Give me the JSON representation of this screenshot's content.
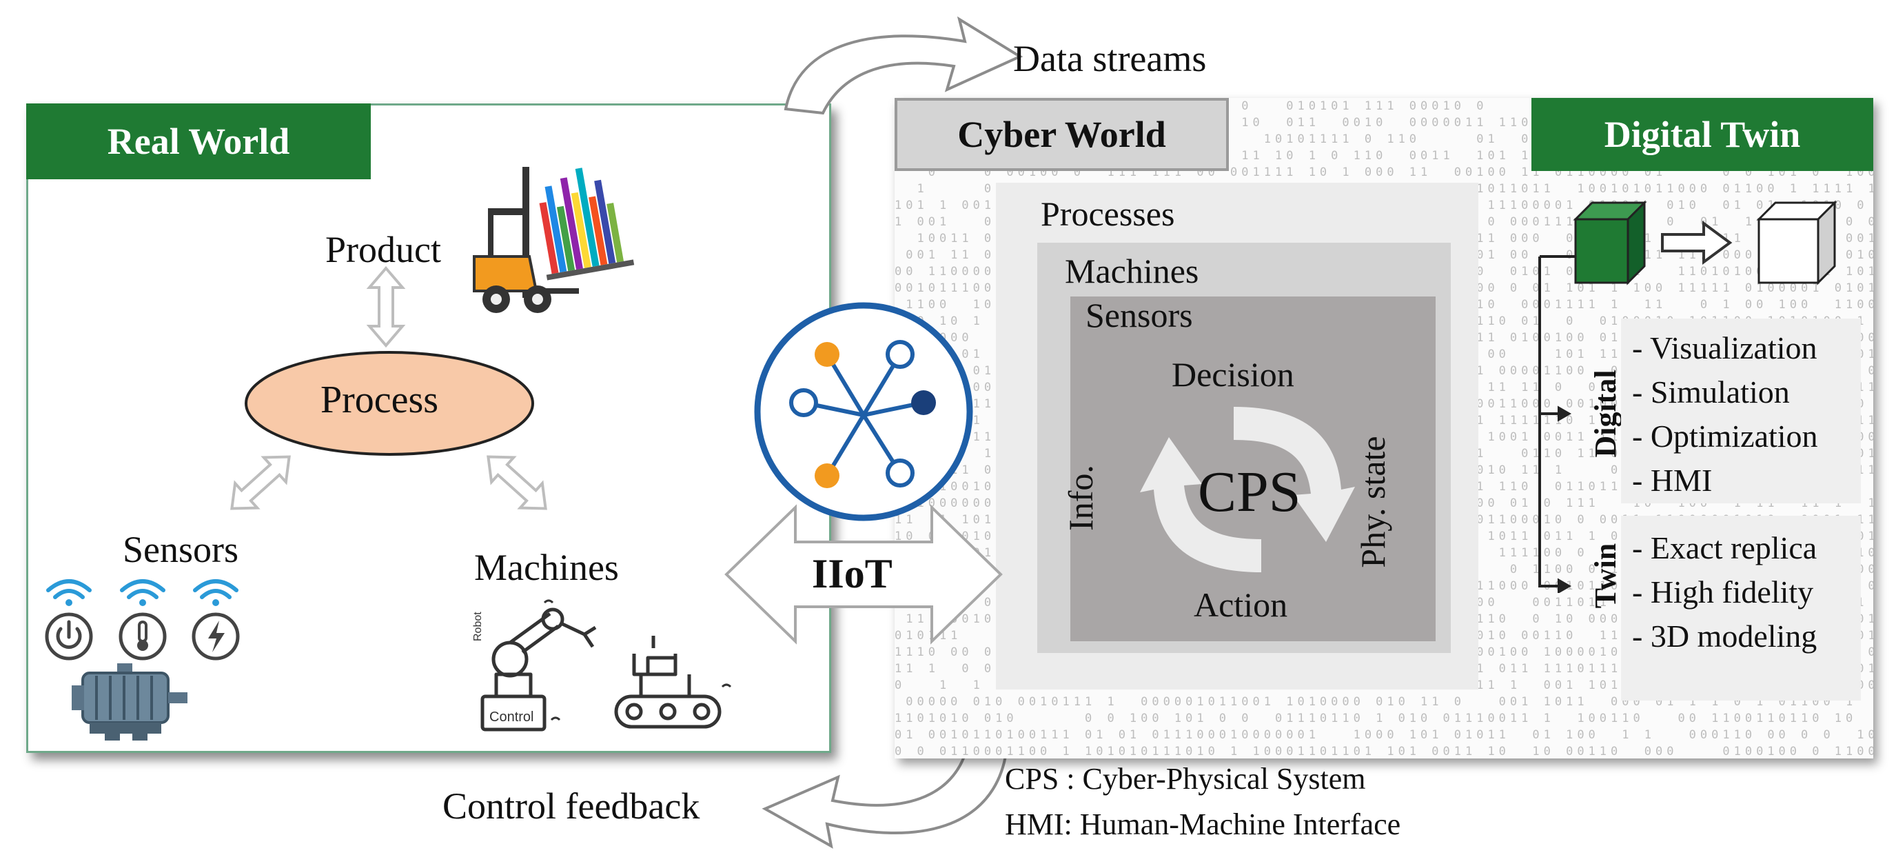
{
  "real_world": {
    "title": "Real World",
    "product_label": "Product",
    "process_label": "Process",
    "sensors_label": "Sensors",
    "machines_label": "Machines",
    "robot_text": "Robot",
    "control_text": "Control"
  },
  "flow": {
    "data_streams": "Data streams",
    "control_feedback": "Control feedback",
    "iiot_label": "IIoT"
  },
  "cyber_world": {
    "title": "Cyber World",
    "processes": "Processes",
    "machines": "Machines",
    "sensors": "Sensors",
    "cycle": {
      "center": "CPS",
      "top": "Decision",
      "bottom": "Action",
      "left": "Info.",
      "right": "Phy. state"
    }
  },
  "digital_twin": {
    "title": "Digital Twin",
    "digital_label": "Digital",
    "twin_label": "Twin",
    "digital_items": [
      "- Visualization",
      "- Simulation",
      "- Optimization",
      "- HMI"
    ],
    "twin_items": [
      "- Exact replica",
      "- High fidelity",
      "- 3D modeling"
    ]
  },
  "legend": {
    "cps": "CPS : Cyber-Physical System",
    "hmi": "HMI: Human-Machine Interface"
  },
  "colors": {
    "header_green": "#1f7a33",
    "process_fill": "#f8c9a8",
    "iiot_blue": "#1e5fa8",
    "node_orange": "#f29a1f",
    "node_navy": "#1a3f7a",
    "wifi_blue": "#2a9ad8"
  }
}
